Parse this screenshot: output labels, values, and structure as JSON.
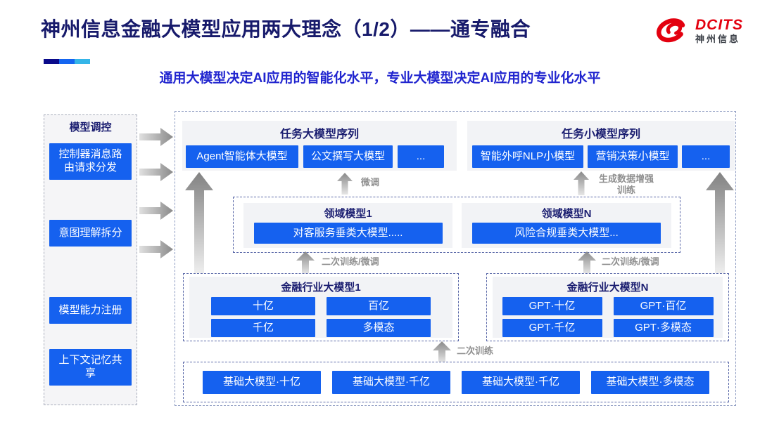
{
  "header": {
    "title": "神州信息金融大模型应用两大理念（1/2）——通专融合",
    "subtitle": "通用大模型决定AI应用的智能化水平，专业大模型决定AI应用的专业化水平",
    "logo": {
      "en": "DCITS",
      "cn": "神州信息"
    },
    "colors": {
      "accent_blue": "#1561ef",
      "navy": "#171a6b",
      "logo_red": "#e3000f",
      "bar": [
        "#0a0a8a",
        "#1565f0",
        "#35b5e8"
      ]
    }
  },
  "sidebar": {
    "title": "模型调控",
    "items": [
      "控制器消息路由请求分发",
      "意图理解拆分",
      "模型能力注册",
      "上下文记忆共享"
    ]
  },
  "main": {
    "task_large": {
      "title": "任务大模型序列",
      "items": [
        "Agent智能体大模型",
        "公文撰写大模型",
        "..."
      ]
    },
    "task_small": {
      "title": "任务小模型序列",
      "items": [
        "智能外呼NLP小模型",
        "营销决策小模型",
        "..."
      ]
    },
    "domain1": {
      "title": "领域模型1",
      "item": "对客服务垂类大模型....."
    },
    "domainN": {
      "title": "领域模型N",
      "item": "风险合规垂类大模型..."
    },
    "industry1": {
      "title": "金融行业大模型1",
      "items": [
        "十亿",
        "百亿",
        "千亿",
        "多模态"
      ]
    },
    "industryN": {
      "title": "金融行业大模型N",
      "items": [
        "GPT·十亿",
        "GPT·百亿",
        "GPT·千亿",
        "GPT·多模态"
      ]
    },
    "base": {
      "items": [
        "基础大模型·十亿",
        "基础大模型·千亿",
        "基础大模型·千亿",
        "基础大模型·多模态"
      ]
    },
    "arrow_labels": {
      "finetune": "微调",
      "gen_data": "生成数据增强训练",
      "retrain_finetune_1": "二次训练/微调",
      "retrain_finetune_2": "二次训练/微调",
      "retrain": "二次训练"
    }
  }
}
